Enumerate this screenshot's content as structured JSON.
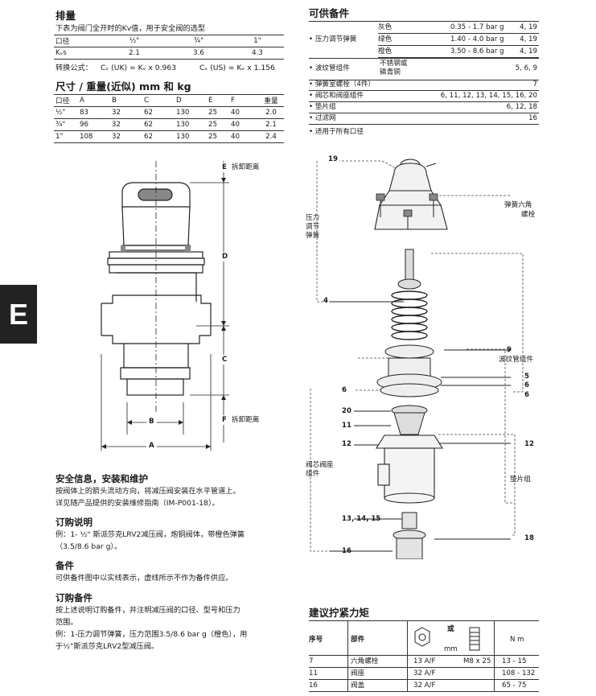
{
  "side_tab": "E",
  "flow": {
    "title": "排量",
    "desc": "下表为阀门全开时的Kv值，用于安全阀的选型",
    "size_label": "口径",
    "sizes": [
      "½\"",
      "¾\"",
      "1\""
    ],
    "kvs_label": "Kᵥs",
    "kvs": [
      "2.1",
      "3.6",
      "4.3"
    ],
    "conv_label": "转换公式：",
    "conv_uk": "Cᵥ (UK) = Kᵥ x 0.963",
    "conv_us": "Cᵥ (US) = Kᵥ x 1.156"
  },
  "dims": {
    "title": "尺寸 / 重量(近似) mm 和 kg",
    "headers": [
      "口径",
      "A",
      "B",
      "C",
      "D",
      "E",
      "F",
      "重量"
    ],
    "rows": [
      [
        "½\"",
        "83",
        "32",
        "62",
        "130",
        "25",
        "40",
        "2.0"
      ],
      [
        "¾\"",
        "96",
        "32",
        "62",
        "130",
        "25",
        "40",
        "2.1"
      ],
      [
        "1\"",
        "108",
        "32",
        "62",
        "130",
        "25",
        "40",
        "2.4"
      ]
    ]
  },
  "drawing": {
    "e_label": "E",
    "e_text": "拆卸距离",
    "d_label": "D",
    "c_label": "C",
    "f_label": "F",
    "f_text": "拆卸距离",
    "b_label": "B",
    "a_label": "A"
  },
  "safety": {
    "title": "安全信息，安装和维护",
    "lines": [
      "按阀体上的箭头流动方向，将减压阀安装在水平管道上。",
      "详见随产品提供的安装维修指南（IM-P001-18）。"
    ]
  },
  "how_to_order": {
    "title": "订购说明",
    "lines": [
      "例：1- ½\" 斯派莎克LRV2减压阀，炮铜阀体，带橙色弹簧",
      "（3.5/8.6 bar g）。"
    ]
  },
  "spares": {
    "title": "备件",
    "lines": [
      "可供备件图中以实线表示，虚线所示不作为备件供应。"
    ]
  },
  "ordering_spares": {
    "title": "订购备件",
    "lines": [
      "按上述说明订购备件，并注明减压阀的口径、型号和压力",
      "范围。",
      "例：1-压力调节弹簧，压力范围3.5/8.6 bar g（橙色），用",
      "于½\"斯派莎克LRV2型减压阀。"
    ]
  },
  "available_spares": {
    "title": "可供备件",
    "spring_label": "压力调节弹簧",
    "springs": [
      [
        "灰色",
        "0.35 - 1.7 bar g",
        "4, 19"
      ],
      [
        "绿色",
        "1.40 - 4.0 bar g",
        "4, 19"
      ],
      [
        "橙色",
        "3.50 - 8.6 bar g",
        "4, 19"
      ]
    ],
    "bellows_label": "波纹管组件",
    "bellows_mat": [
      "不锈钢或",
      "磷青铜"
    ],
    "bellows_nums": "5, 6, 9",
    "rows": [
      [
        "弹簧室螺栓（4件）",
        "7"
      ],
      [
        "阀芯和阀座组件",
        "6, 11, 12, 13, 14, 15, 16, 20"
      ],
      [
        "垫片组",
        "6, 12, 18"
      ],
      [
        "过滤网",
        "16"
      ]
    ],
    "note": "适用于所有口径"
  },
  "exploded": {
    "labels_left": [
      "19",
      "4",
      "6",
      "20",
      "11",
      "12",
      "13, 14, 15",
      "16"
    ],
    "labels_right": [
      "9",
      "5",
      "6",
      "6",
      "12",
      "18"
    ],
    "t_spring": [
      "压力",
      "调节",
      "弹簧"
    ],
    "t_hex": [
      "弹簧六角",
      "螺栓"
    ],
    "t_bellows": "波纹管组件",
    "t_seat": [
      "阀芯阀座",
      "组件"
    ],
    "t_gasket": "垫片组"
  },
  "torque": {
    "title": "建议拧紧力矩",
    "h_no": "序号",
    "h_part": "部件",
    "h_or": "或",
    "h_mm": "mm",
    "h_nm": "N m",
    "rows": [
      [
        "7",
        "六角螺栓",
        "13 A/F",
        "M8 x 25",
        "13 - 15"
      ],
      [
        "11",
        "阀座",
        "32 A/F",
        "",
        "108 - 132"
      ],
      [
        "16",
        "阀盖",
        "32 A/F",
        "",
        "65 - 75"
      ]
    ]
  }
}
